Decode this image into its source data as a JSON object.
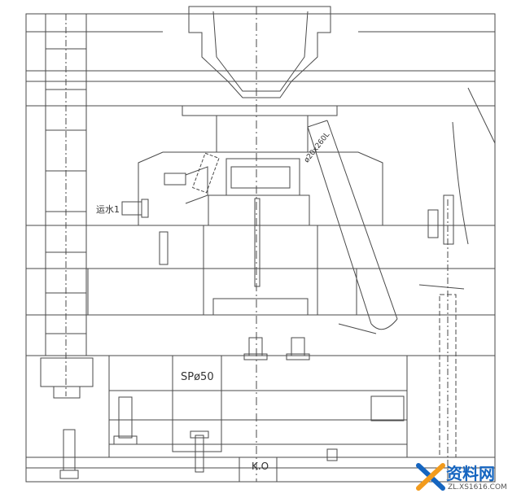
{
  "labels": {
    "sprue_bushing": "SPø50",
    "knockout": "K.O",
    "water": "运水1",
    "slide": "ø20x260L"
  },
  "watermark": {
    "title": "资料网",
    "url": "ZL.XS1616.COM"
  },
  "colors": {
    "line": "#4a4a4a",
    "logo_blue": "#1565c0",
    "logo_orange": "#f29b1d"
  }
}
